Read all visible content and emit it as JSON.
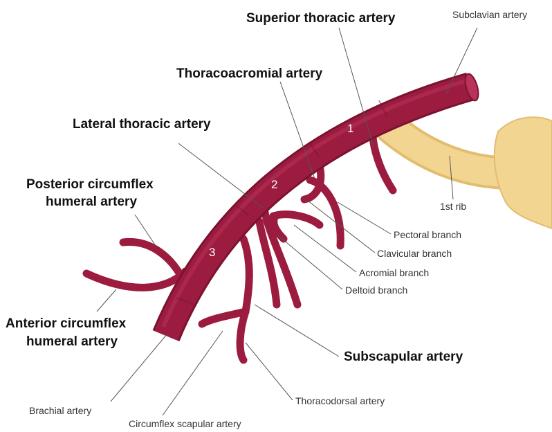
{
  "labels": {
    "superior_thoracic": "Superior thoracic artery",
    "subclavian": "Subclavian artery",
    "thoracoacromial": "Thoracoacromial artery",
    "lateral_thoracic": "Lateral thoracic artery",
    "posterior_circumflex_line1": "Posterior circumflex",
    "posterior_circumflex_line2": "humeral artery",
    "first_rib": "1st rib",
    "pectoral": "Pectoral branch",
    "clavicular": "Clavicular branch",
    "acromial": "Acromial branch",
    "deltoid": "Deltoid branch",
    "anterior_circumflex_line1": "Anterior circumflex",
    "anterior_circumflex_line2": "humeral artery",
    "subscapular": "Subscapular artery",
    "brachial": "Brachial artery",
    "thoracodorsal": "Thoracodorsal artery",
    "circumflex_scapular": "Circumflex scapular artery"
  },
  "segments": [
    "1",
    "2",
    "3"
  ],
  "colors": {
    "artery": "#9c1c3f",
    "artery_highlight": "#b8325a",
    "artery_shade": "#7a1230",
    "rib": "#f3d592",
    "rib_shade": "#e2bd70",
    "leader": "#555555"
  }
}
